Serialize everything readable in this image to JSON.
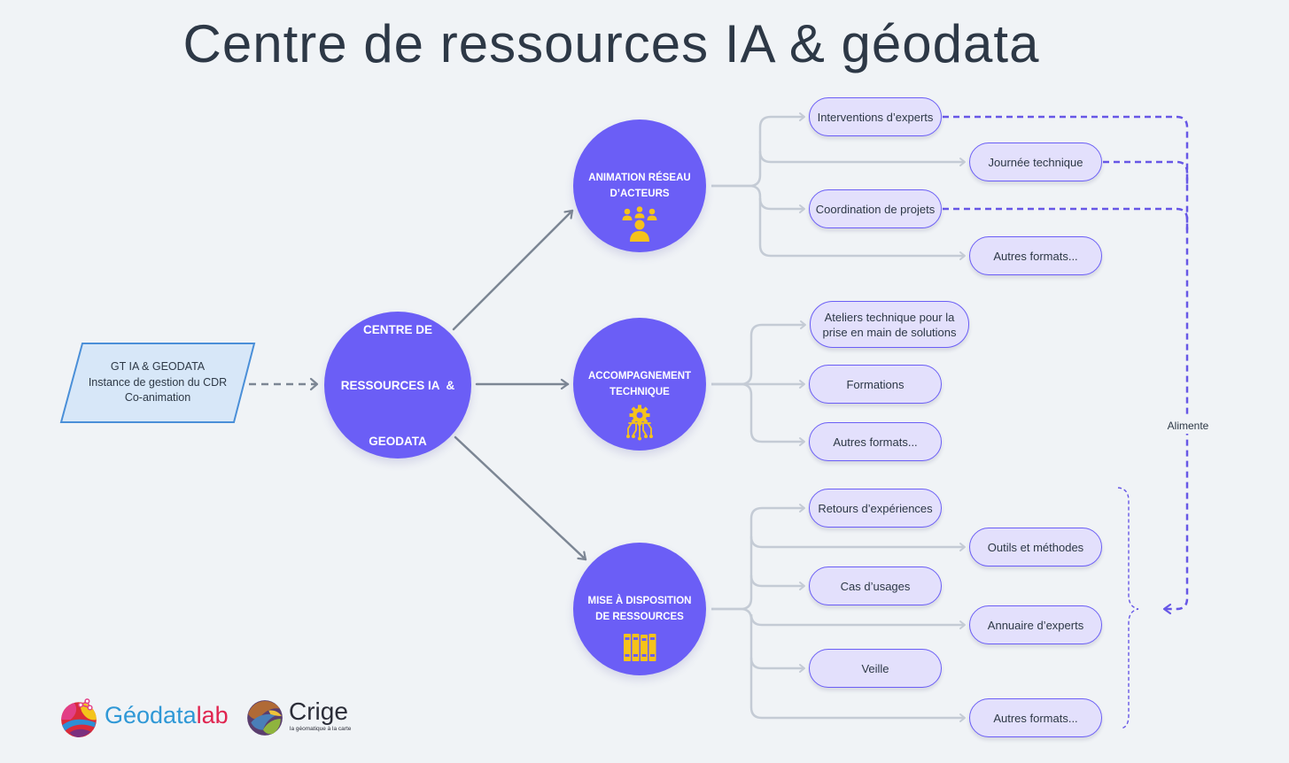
{
  "title": "Centre de ressources IA & géodata",
  "colors": {
    "background": "#f0f3f6",
    "accent": "#6b5ef6",
    "pill_fill": "#e3e0fc",
    "icon": "#f5c21b",
    "governance_fill": "#d7e7f8",
    "governance_border": "#4a8fd8",
    "connector": "#c4cbd5",
    "arrow": "#7c8694",
    "feed_line": "#6757e6",
    "text": "#2d3846"
  },
  "governance": {
    "lines": [
      "GT IA & GEODATA",
      "Instance de gestion du CDR",
      "Co-animation"
    ]
  },
  "center": {
    "lines": [
      "CENTRE DE",
      "RESSOURCES IA  &",
      "GEODATA"
    ]
  },
  "pillars": [
    {
      "lines": [
        "ANIMATION RÉSEAU",
        "D’ACTEURS"
      ],
      "icon": "people-icon",
      "items": [
        "Interventions d’experts",
        "Journée technique",
        "Coordination de projets",
        "Autres formats..."
      ]
    },
    {
      "lines": [
        "ACCOMPAGNEMENT",
        "TECHNIQUE"
      ],
      "icon": "gear-circuit-icon",
      "items": [
        "Ateliers technique pour la prise en main de solutions",
        "Formations",
        "Autres formats..."
      ]
    },
    {
      "lines": [
        "MISE À DISPOSITION",
        "DE RESSOURCES"
      ],
      "icon": "books-icon",
      "items": [
        "Retours d’expériences",
        "Outils et méthodes",
        "Cas d’usages",
        "Annuaire d’experts",
        "Veille",
        "Autres formats..."
      ]
    }
  ],
  "feeds_label": "Alimente",
  "logos": {
    "geodatalab": {
      "part1": "Géodata",
      "part2": "lab"
    },
    "crige": {
      "name": "Crige",
      "tagline": "la géomatique à la carte"
    }
  }
}
